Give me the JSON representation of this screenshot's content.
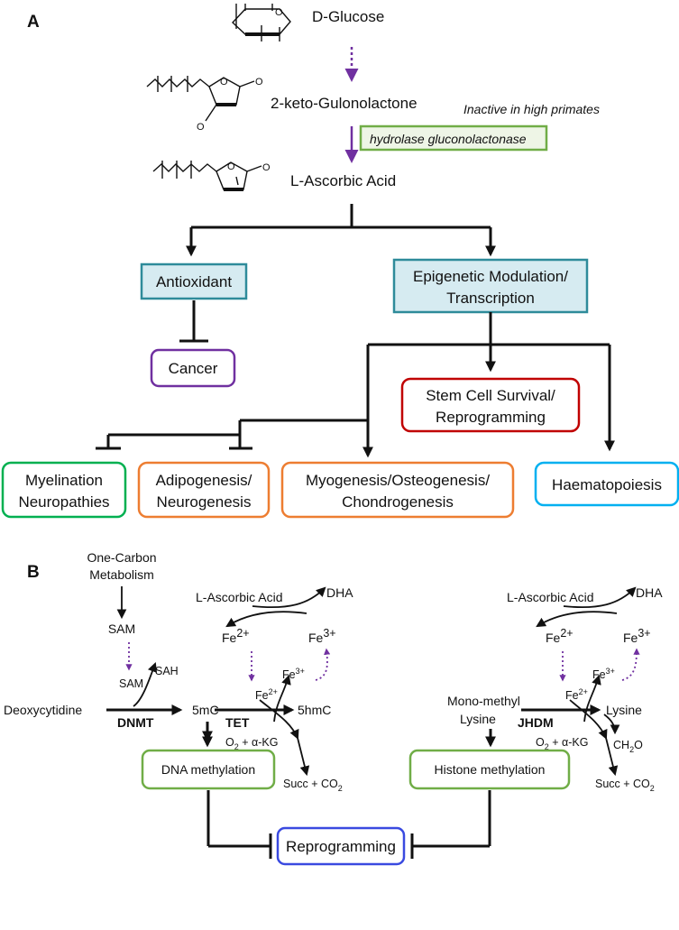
{
  "panel_a": {
    "label": "A",
    "d_glucose": "D-Glucose",
    "keto": "2-keto-Gulonolactone",
    "inactive": "Inactive in high primates",
    "enzyme": "hydrolase gluconolactonase",
    "ascorbic": "L-Ascorbic Acid",
    "antioxidant": "Antioxidant",
    "epigenetic_1": "Epigenetic Modulation/",
    "epigenetic_2": "Transcription",
    "cancer": "Cancer",
    "stem_1": "Stem Cell Survival/",
    "stem_2": "Reprogramming",
    "myel_1": "Myelination",
    "myel_2": "Neuropathies",
    "adipo_1": "Adipogenesis/",
    "adipo_2": "Neurogenesis",
    "myo_1": "Myogenesis/Osteogenesis/",
    "myo_2": "Chondrogenesis",
    "haema": "Haematopoiesis"
  },
  "panel_b": {
    "label": "B",
    "one_carbon_1": "One-Carbon",
    "one_carbon_2": "Metabolism",
    "sam": "SAM",
    "sam_small": "SAM",
    "sah": "SAH",
    "deoxy": "Deoxycytidine",
    "dnmt": "DNMT",
    "fivemc": "5mC",
    "tet": "TET",
    "fivehmc": "5hmC",
    "ascorbic_left": "L-Ascorbic Acid",
    "dha_left": "DHA",
    "fe2": "Fe",
    "fe3": "Fe",
    "sup2": "2+",
    "sup3": "3+",
    "o2": "O",
    "o2_sub": "2",
    "akg": " + α-KG",
    "succ": "Succ + CO",
    "co2_sub": "2",
    "mono_1": "Mono-methyl",
    "mono_2": "Lysine",
    "jhdm": "JHDM",
    "lysine": "Lysine",
    "ch2o": "CH",
    "ch2o_sub": "2",
    "ch2o_end": "O",
    "ascorbic_right": "L-Ascorbic Acid",
    "dha_right": "DHA",
    "dna_meth": "DNA methylation",
    "histone_meth": "Histone methylation",
    "reprogramming": "Reprogramming"
  },
  "colors": {
    "purple_arrow": "#7030a0",
    "antioxidant_box": "#2e8b9a",
    "cancer_box": "#7030a0",
    "stem_box": "#c00000",
    "myelination_box": "#00b050",
    "adipo_box": "#ed7d31",
    "haema_box": "#00b0f0",
    "enzyme_box": "#70ad47",
    "methylation_box": "#70ad47",
    "reprogramming_box": "#3a4ae0"
  }
}
